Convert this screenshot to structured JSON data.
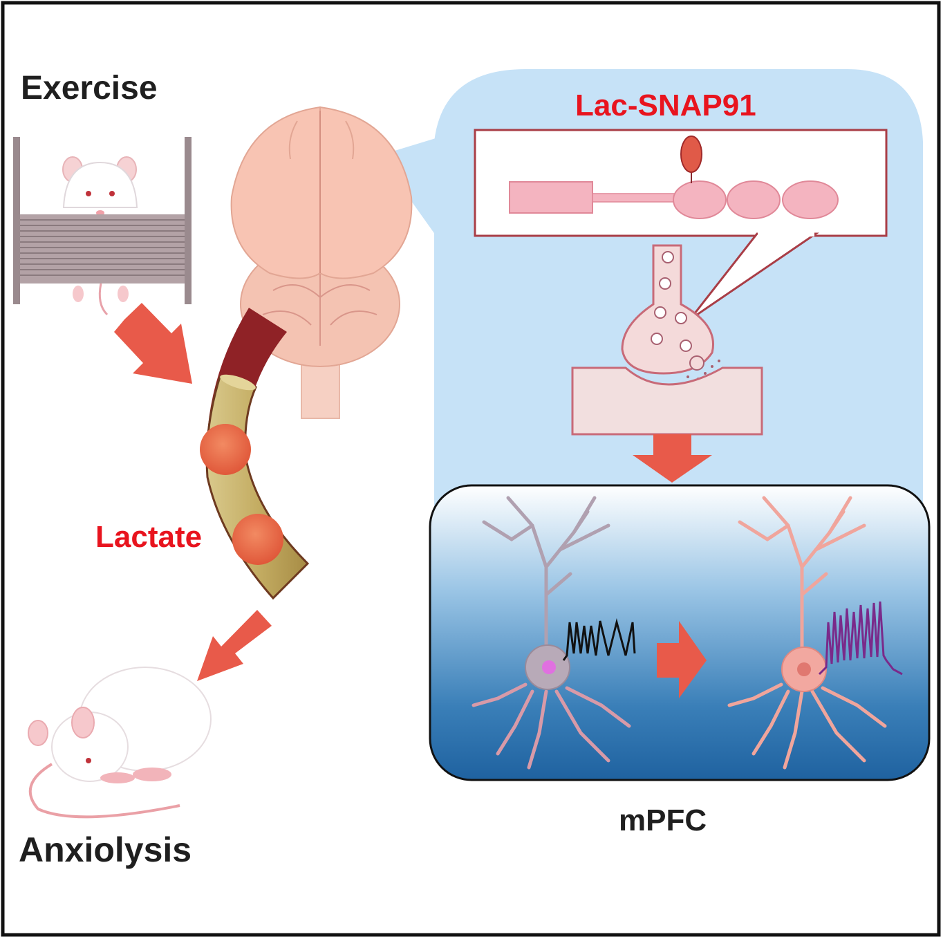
{
  "labels": {
    "exercise": "Exercise",
    "lactate": "Lactate",
    "anxiolysis": "Anxiolysis",
    "lac_snap91": "Lac-SNAP91",
    "mpfc": "mPFC"
  },
  "colors": {
    "accent_red": "#e8141e",
    "arrow": "#e85a4a",
    "brain": "#f4c3b2",
    "vessel_outer": "#8f2226",
    "vessel_inner": "#c9b56a",
    "panel_bg": "#c8e4f8",
    "neuron_gray": "#a89aa8",
    "neuron_pink": "#f0a59c",
    "spike_black": "#111111",
    "spike_purple": "#7a2a8a"
  },
  "icons": [
    "treadmill-mouse-icon",
    "brain-icon",
    "blood-vessel-icon",
    "curled-mouse-icon",
    "synapse-icon",
    "neuron-icon",
    "arrow-icon"
  ]
}
